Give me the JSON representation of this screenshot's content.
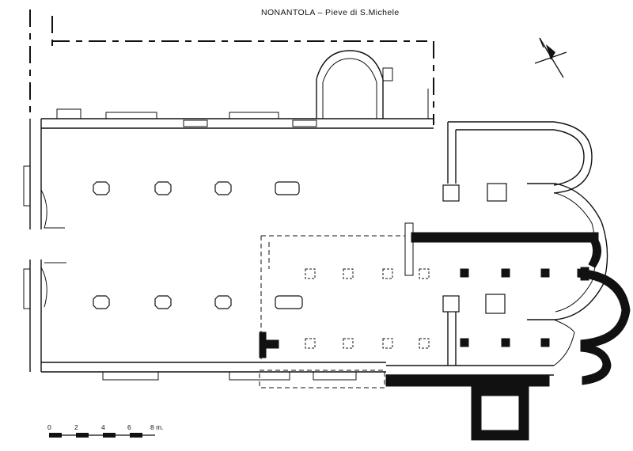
{
  "title": "NONANTOLA – Pieve di S.Michele",
  "scale": {
    "ticks": [
      "0",
      "2",
      "4",
      "6",
      "8 m."
    ]
  },
  "north_arrow": {
    "icon": "north-arrow-icon"
  }
}
